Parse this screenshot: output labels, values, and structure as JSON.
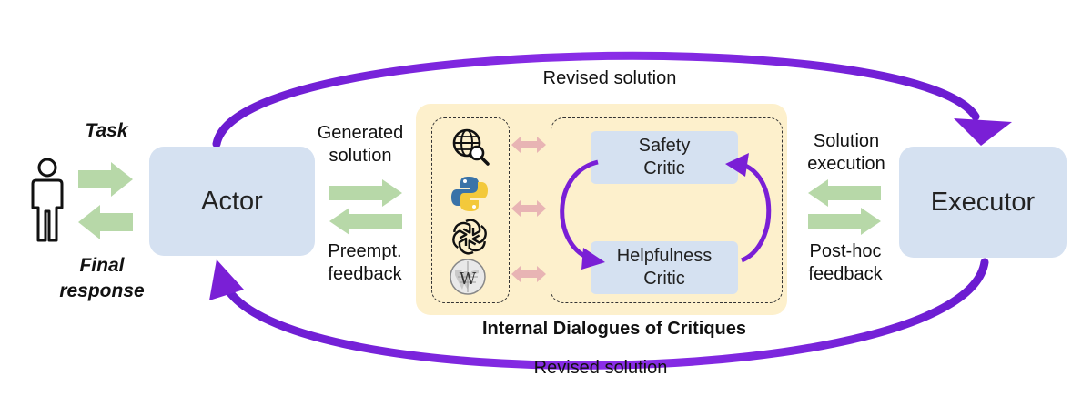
{
  "nodes": {
    "actor": "Actor",
    "executor": "Executor",
    "safety_critic": [
      "Safety",
      "Critic"
    ],
    "helpfulness_critic": [
      "Helpfulness",
      "Critic"
    ]
  },
  "labels": {
    "task": "Task",
    "final_response": [
      "Final",
      "response"
    ],
    "generated_solution": [
      "Generated",
      "solution"
    ],
    "preempt_feedback": [
      "Preempt.",
      "feedback"
    ],
    "solution_execution": [
      "Solution",
      "execution"
    ],
    "posthoc_feedback": [
      "Post-hoc",
      "feedback"
    ],
    "revised_top": "Revised solution",
    "revised_bottom": "Revised solution",
    "panel_title": "Internal Dialogues of Critiques"
  },
  "tools": [
    "web-search-icon",
    "python-icon",
    "openai-icon",
    "wikipedia-icon"
  ],
  "colors": {
    "node_fill": "#d5e1f1",
    "panel_fill": "#fdf0cc",
    "arrow_green": "#b7d8a8",
    "arrow_pink": "#e8b4b4",
    "arc_purple": "#7a1fd6"
  }
}
